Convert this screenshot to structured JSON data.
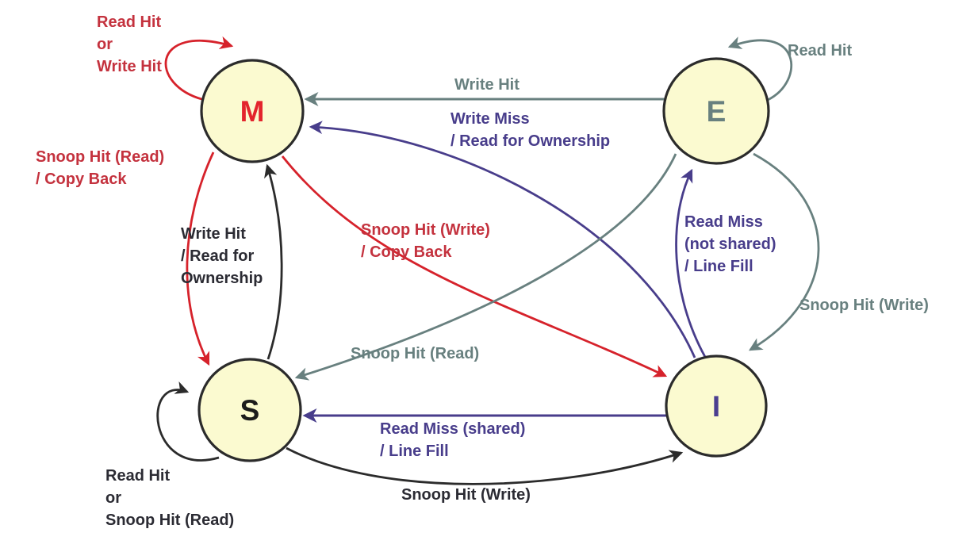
{
  "colors": {
    "node_fill": "#fbfad0",
    "node_border": "#2b2b2b",
    "red_line": "#d6222b",
    "red_text": "#c4323e",
    "gray": "#68807f",
    "purple": "#483d8b",
    "black": "#2b2b33"
  },
  "states": [
    {
      "id": "M",
      "label": "M"
    },
    {
      "id": "E",
      "label": "E"
    },
    {
      "id": "S",
      "label": "S"
    },
    {
      "id": "I",
      "label": "I"
    }
  ],
  "transitions": [
    {
      "from": "M",
      "to": "M",
      "label": "Read Hit\nor\nWrite Hit"
    },
    {
      "from": "E",
      "to": "M",
      "label": "Write Hit"
    },
    {
      "from": "I",
      "to": "M",
      "label": "Write Miss\n/ Read for Ownership"
    },
    {
      "from": "E",
      "to": "E",
      "label": "Read Hit"
    },
    {
      "from": "M",
      "to": "S",
      "label": "Snoop Hit (Read)\n/ Copy Back"
    },
    {
      "from": "S",
      "to": "M",
      "label": "Write Hit\n/ Read for\nOwnership"
    },
    {
      "from": "M",
      "to": "I",
      "label": "Snoop Hit (Write)\n/ Copy Back"
    },
    {
      "from": "I",
      "to": "E",
      "label": "Read Miss\n(not shared)\n/ Line Fill"
    },
    {
      "from": "E",
      "to": "I",
      "label": "Snoop Hit (Write)"
    },
    {
      "from": "E",
      "to": "S",
      "label": "Snoop Hit (Read)"
    },
    {
      "from": "I",
      "to": "S",
      "label": "Read Miss (shared)\n/ Line Fill"
    },
    {
      "from": "S",
      "to": "I",
      "label": "Snoop Hit (Write)"
    },
    {
      "from": "S",
      "to": "S",
      "label": "Read Hit\nor\nSnoop Hit (Read)"
    }
  ]
}
